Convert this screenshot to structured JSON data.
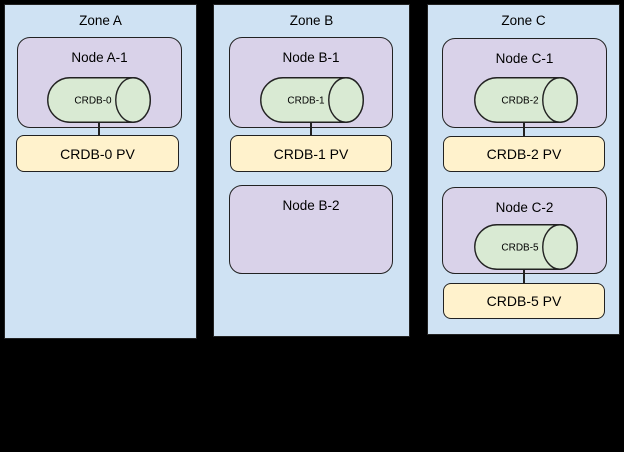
{
  "colors": {
    "canvas_bg": "#000000",
    "zone_fill": "#cfe2f3",
    "node_fill": "#d9d2e9",
    "cylinder_fill": "#d9ead3",
    "pv_fill": "#fff2cc",
    "border": "#222222",
    "text": "#000000"
  },
  "diagram": {
    "zones": [
      {
        "title": "Zone A",
        "nodes": [
          {
            "title": "Node A-1",
            "cylinder": "CRDB-0"
          }
        ],
        "pvs": [
          {
            "label": "CRDB-0 PV"
          }
        ]
      },
      {
        "title": "Zone B",
        "nodes": [
          {
            "title": "Node B-1",
            "cylinder": "CRDB-1"
          },
          {
            "title": "Node B-2"
          }
        ],
        "pvs": [
          {
            "label": "CRDB-1 PV"
          }
        ]
      },
      {
        "title": "Zone C",
        "nodes": [
          {
            "title": "Node C-1",
            "cylinder": "CRDB-2"
          },
          {
            "title": "Node C-2",
            "cylinder": "CRDB-5"
          }
        ],
        "pvs": [
          {
            "label": "CRDB-2 PV"
          },
          {
            "label": "CRDB-5 PV"
          }
        ]
      }
    ]
  }
}
